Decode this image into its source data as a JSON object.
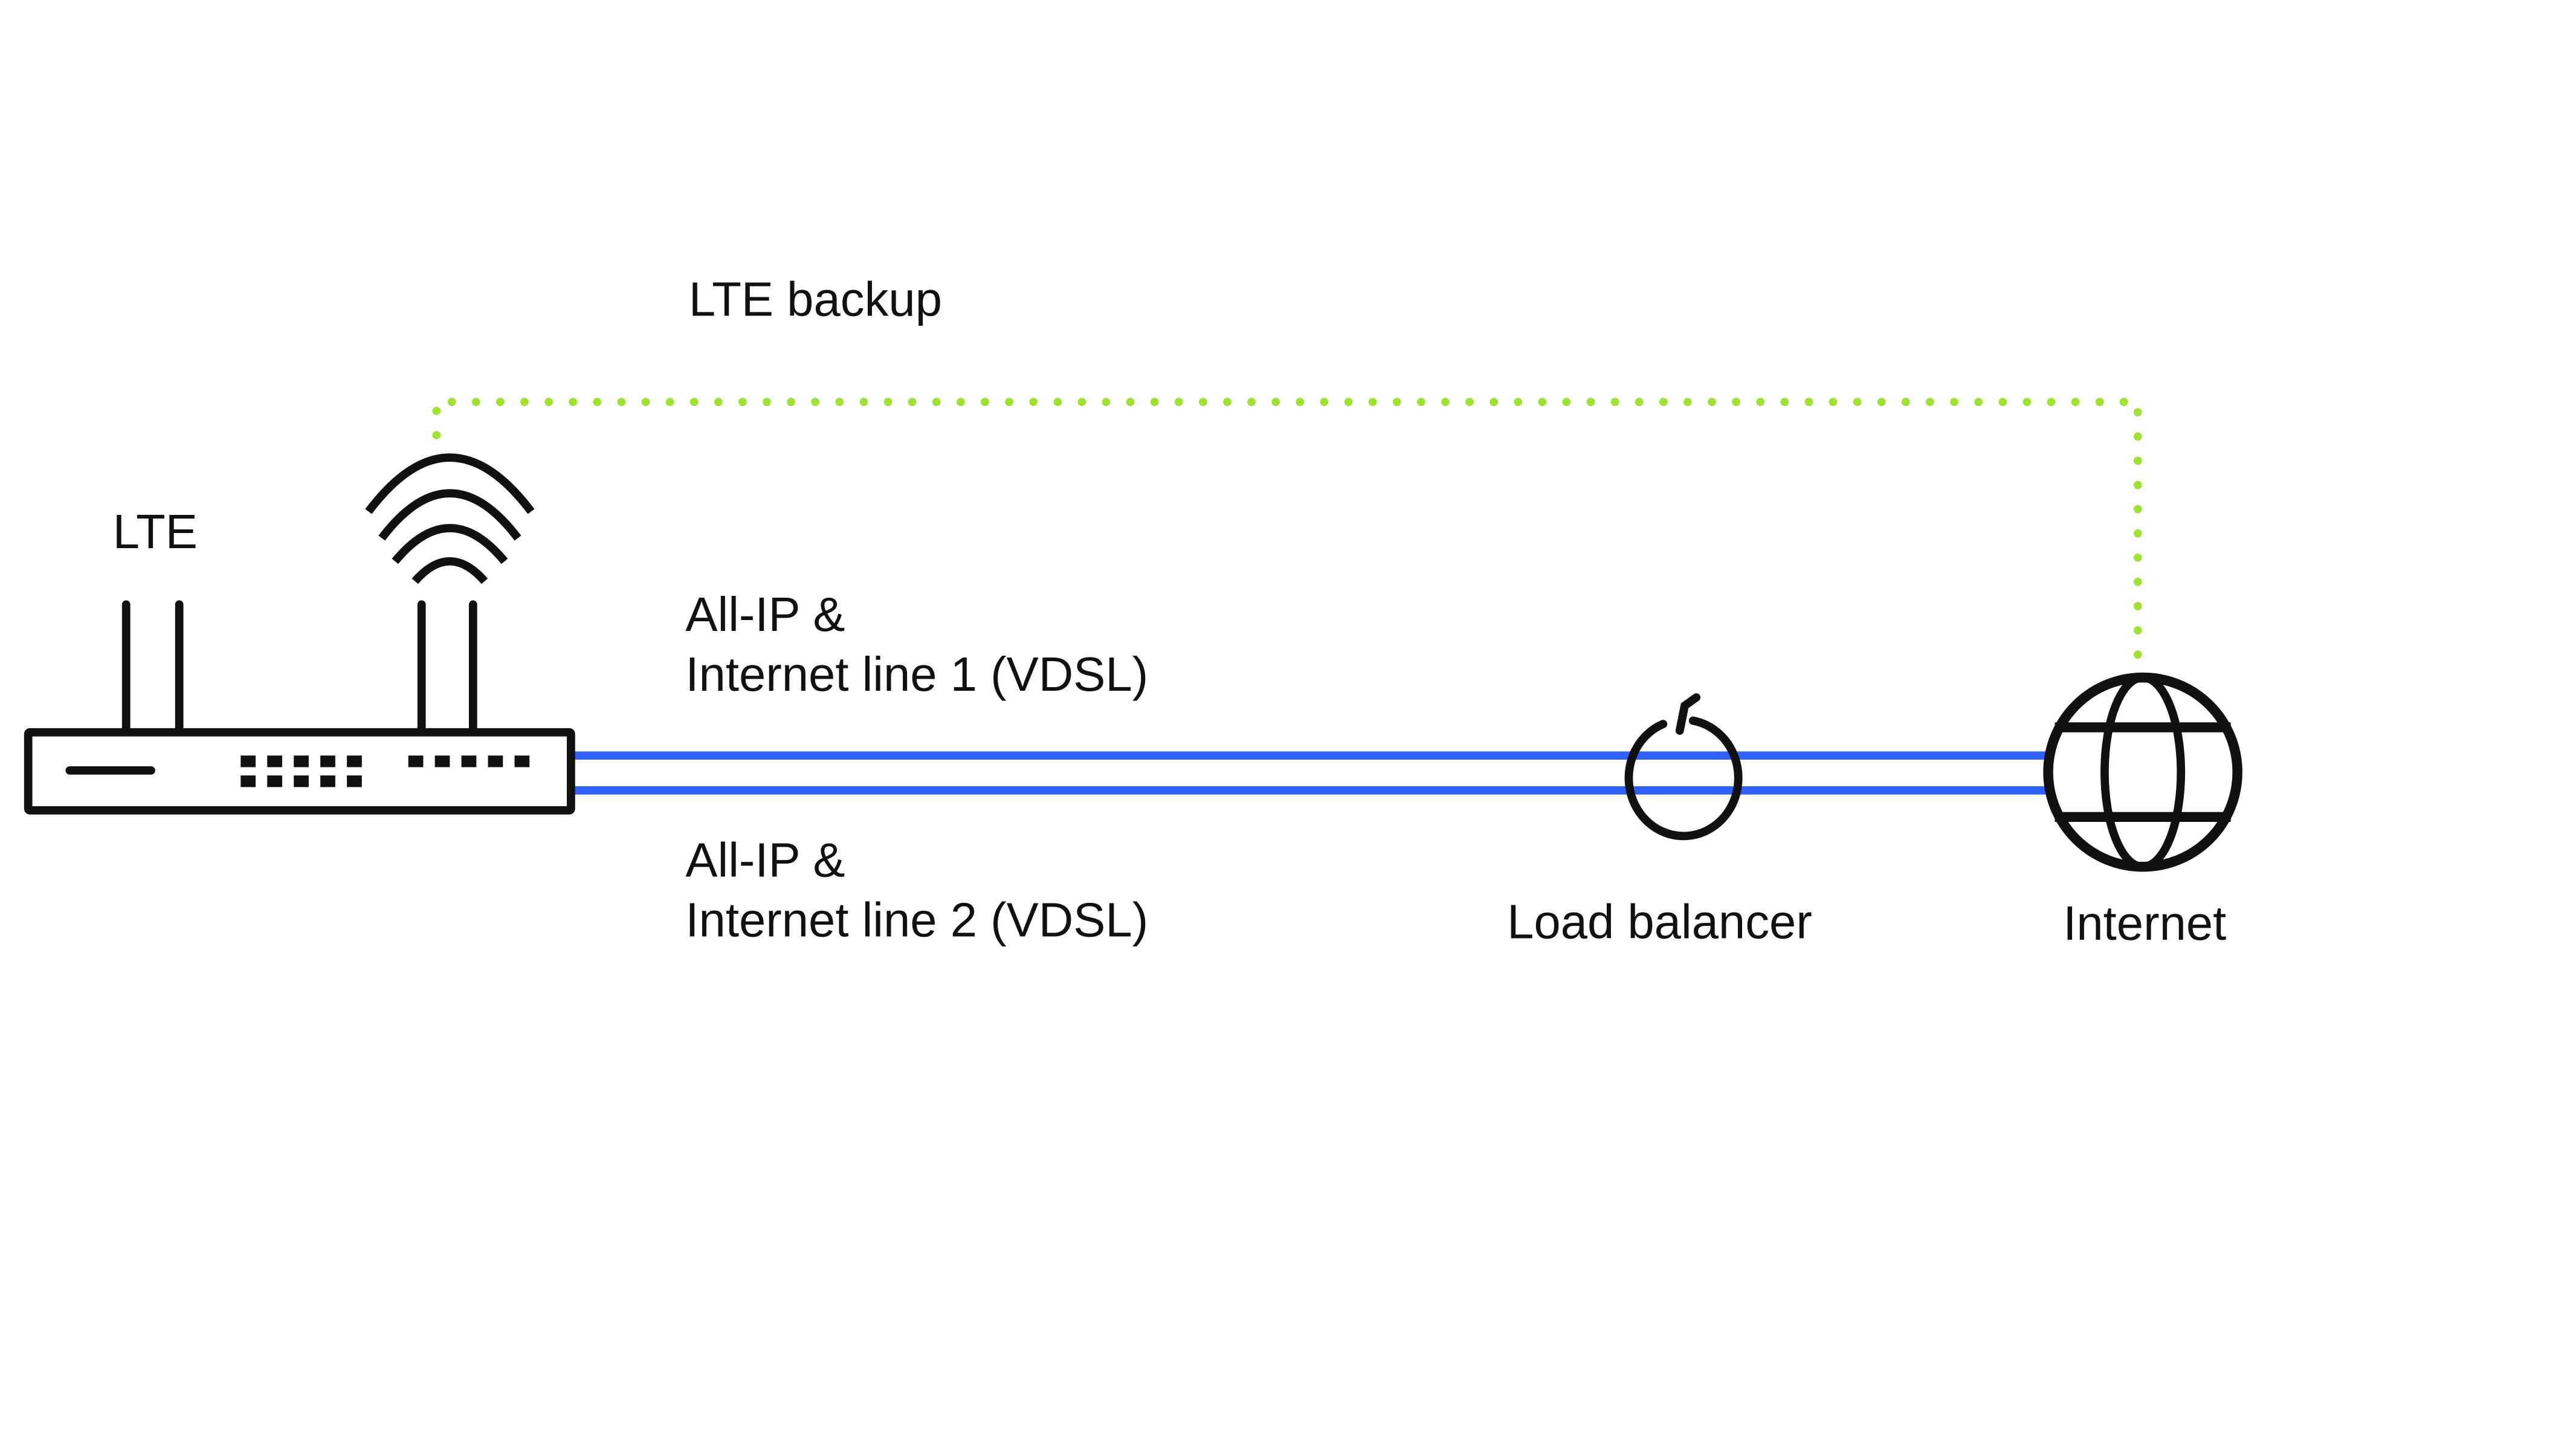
{
  "labels": {
    "lte_backup": "LTE backup",
    "lte": "LTE",
    "line1_a": "All-IP &",
    "line1_b": "Internet line 1 (VDSL)",
    "line2_a": "All-IP &",
    "line2_b": "Internet line 2 (VDSL)",
    "load_balancer": "Load balancer",
    "internet": "Internet"
  },
  "colors": {
    "vdsl_line": "#3060ff",
    "lte_backup_line": "#9fe22f",
    "icon": "#111111"
  },
  "icons": [
    "router-icon",
    "wifi-icon",
    "load-balancer-icon",
    "globe-icon"
  ]
}
